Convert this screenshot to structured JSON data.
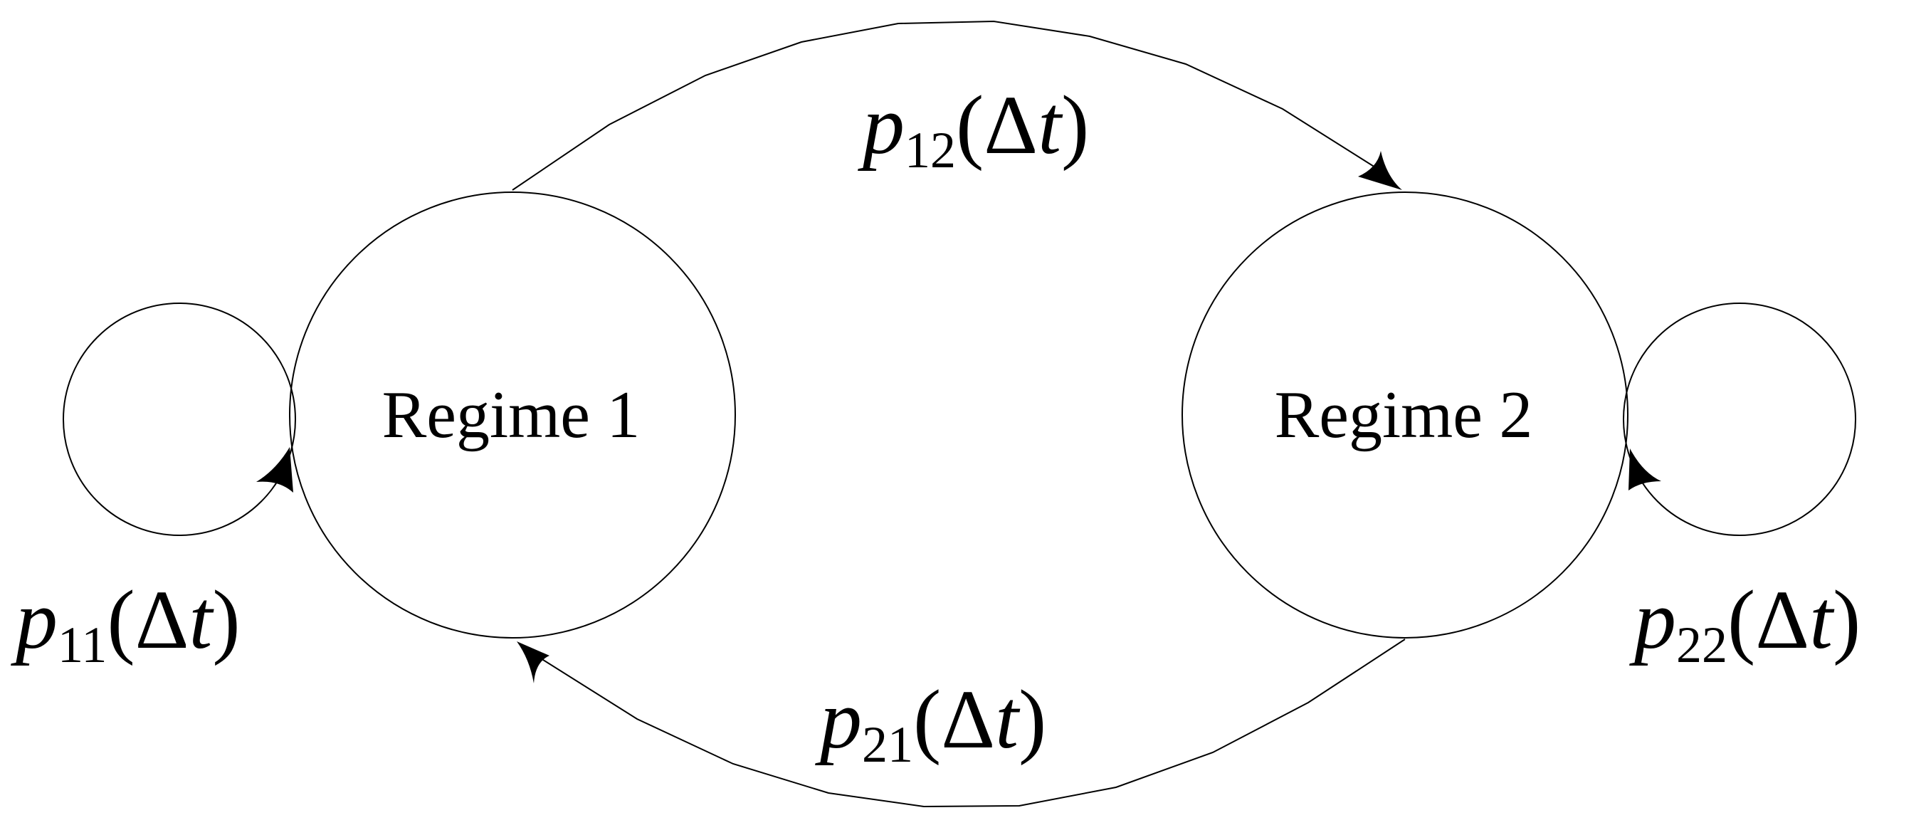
{
  "nodes": [
    {
      "id": "regime-1",
      "label": "Regime 1"
    },
    {
      "id": "regime-2",
      "label": "Regime 2"
    }
  ],
  "transitions": [
    {
      "id": "p11",
      "from": "regime-1",
      "to": "regime-1",
      "var": "p",
      "sub": "11",
      "open": "(",
      "delta": "Δ",
      "t": "t",
      "close": ")"
    },
    {
      "id": "p12",
      "from": "regime-1",
      "to": "regime-2",
      "var": "p",
      "sub": "12",
      "open": "(",
      "delta": "Δ",
      "t": "t",
      "close": ")"
    },
    {
      "id": "p21",
      "from": "regime-2",
      "to": "regime-1",
      "var": "p",
      "sub": "21",
      "open": "(",
      "delta": "Δ",
      "t": "t",
      "close": ")"
    },
    {
      "id": "p22",
      "from": "regime-2",
      "to": "regime-2",
      "var": "p",
      "sub": "22",
      "open": "(",
      "delta": "Δ",
      "t": "t",
      "close": ")"
    }
  ],
  "colors": {
    "stroke": "#000000",
    "background": "#ffffff"
  }
}
